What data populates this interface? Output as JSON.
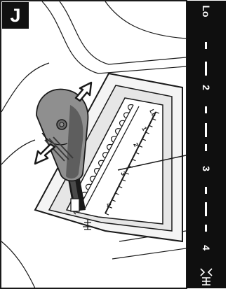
{
  "figure": {
    "label": "J"
  },
  "scale_strip": {
    "entries": [
      {
        "kind": "text",
        "text": "Lo"
      },
      {
        "kind": "tick",
        "size": "short"
      },
      {
        "kind": "tick",
        "size": "long"
      },
      {
        "kind": "text",
        "text": "2"
      },
      {
        "kind": "tick",
        "size": "short"
      },
      {
        "kind": "tick",
        "size": "long"
      },
      {
        "kind": "tick",
        "size": "short"
      },
      {
        "kind": "text",
        "text": "3"
      },
      {
        "kind": "tick",
        "size": "short"
      },
      {
        "kind": "tick",
        "size": "long"
      },
      {
        "kind": "tick",
        "size": "short"
      },
      {
        "kind": "text",
        "text": "4"
      },
      {
        "kind": "icon",
        "icon": "four-wheel-drive-icon"
      }
    ]
  },
  "gate_scale": {
    "labels": [
      "Lo",
      "1",
      "2",
      "3",
      "4"
    ]
  },
  "colors": {
    "strip_background": "#0f0f0f",
    "strip_foreground": "#ffffff",
    "knob": "#8f8f8f",
    "knob_dark": "#5e5e5e",
    "line_art": "#1a1a1a"
  },
  "icons": [
    "double-arrow-icon",
    "shift-lever-icon",
    "four-wheel-drive-icon"
  ]
}
